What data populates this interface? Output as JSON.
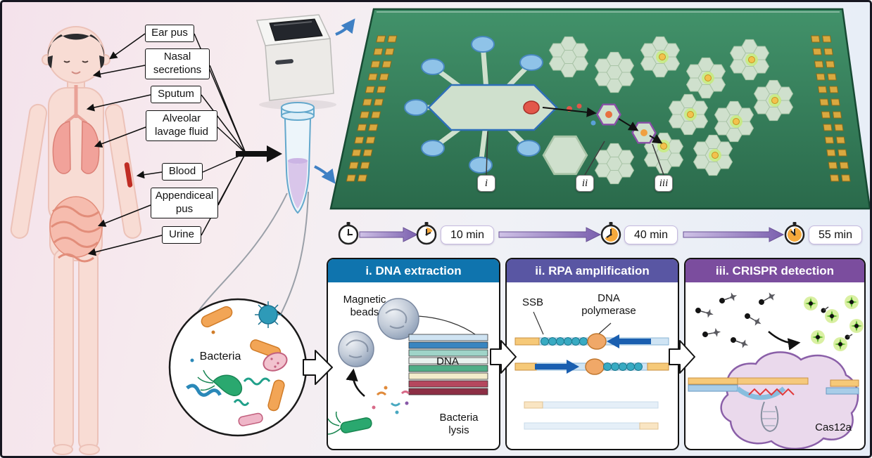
{
  "samples": [
    {
      "label": "Ear pus"
    },
    {
      "label": "Nasal secretions"
    },
    {
      "label": "Sputum"
    },
    {
      "label": "Alveolar lavage fluid"
    },
    {
      "label": "Blood"
    },
    {
      "label": "Appendiceal pus"
    },
    {
      "label": "Urine"
    }
  ],
  "chip": {
    "markers": [
      {
        "label": "i"
      },
      {
        "label": "ii"
      },
      {
        "label": "iii"
      }
    ]
  },
  "timeline": {
    "times": [
      {
        "label": "10 min"
      },
      {
        "label": "40 min"
      },
      {
        "label": "55 min"
      }
    ]
  },
  "bacteria_label": "Bacteria",
  "panels": [
    {
      "title": "i. DNA extraction",
      "color": "#0f74ae",
      "beads_label": "Magnetic beads",
      "dna_label": "DNA",
      "lysis_label": "Bacteria lysis"
    },
    {
      "title": "ii. RPA amplification",
      "color": "#5956a3",
      "ssb_label": "SSB",
      "polymerase_label": "DNA polymerase"
    },
    {
      "title": "iii. CRISPR detection",
      "color": "#7b4d9e",
      "cas_label": "Cas12a"
    }
  ],
  "colors": {
    "chip_green": "#2f7d55",
    "pad_gold": "#d9a940",
    "timeline_orange": "#f5a93c",
    "arrow_purple": "#7a5fae",
    "glow_green": "#bde86a"
  }
}
